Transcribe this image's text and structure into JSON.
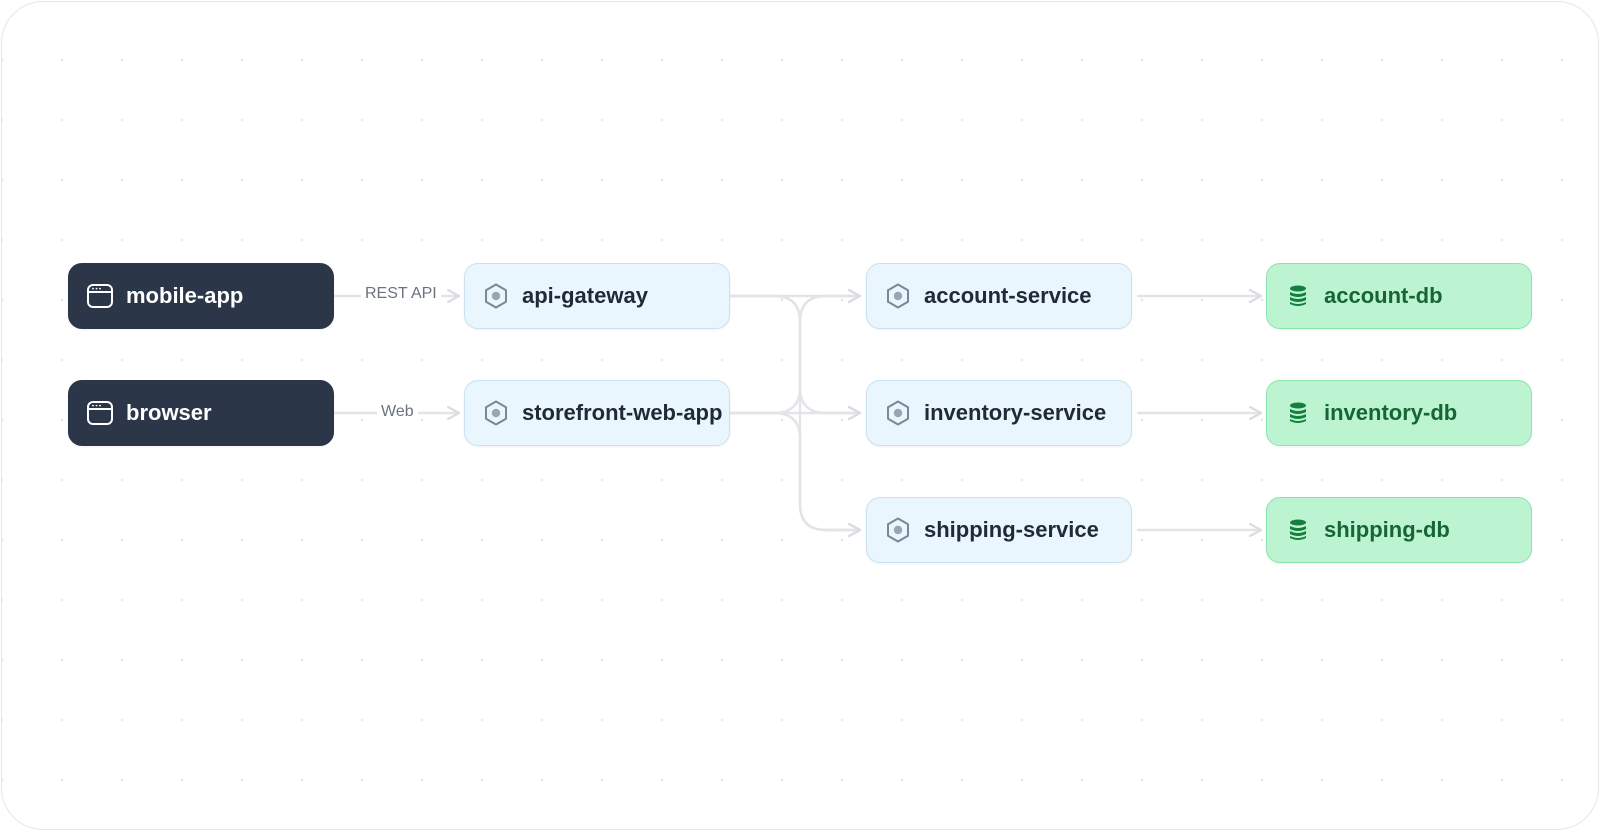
{
  "diagram": {
    "clients": [
      {
        "id": "mobile-app",
        "label": "mobile-app",
        "icon": "browser-window-icon"
      },
      {
        "id": "browser",
        "label": "browser",
        "icon": "browser-window-icon"
      }
    ],
    "entry_services": [
      {
        "id": "api-gateway",
        "label": "api-gateway",
        "icon": "hexagon-service-icon"
      },
      {
        "id": "storefront-web-app",
        "label": "storefront-web-app",
        "icon": "hexagon-service-icon"
      }
    ],
    "backend_services": [
      {
        "id": "account-service",
        "label": "account-service",
        "icon": "hexagon-service-icon"
      },
      {
        "id": "inventory-service",
        "label": "inventory-service",
        "icon": "hexagon-service-icon"
      },
      {
        "id": "shipping-service",
        "label": "shipping-service",
        "icon": "hexagon-service-icon"
      }
    ],
    "databases": [
      {
        "id": "account-db",
        "label": "account-db",
        "icon": "database-icon"
      },
      {
        "id": "inventory-db",
        "label": "inventory-db",
        "icon": "database-icon"
      },
      {
        "id": "shipping-db",
        "label": "shipping-db",
        "icon": "database-icon"
      }
    ],
    "edges": [
      {
        "from": "mobile-app",
        "to": "api-gateway",
        "label": "REST API"
      },
      {
        "from": "browser",
        "to": "storefront-web-app",
        "label": "Web"
      },
      {
        "from": "api-gateway",
        "to": "account-service",
        "label": ""
      },
      {
        "from": "api-gateway",
        "to": "inventory-service",
        "label": ""
      },
      {
        "from": "api-gateway",
        "to": "shipping-service",
        "label": ""
      },
      {
        "from": "storefront-web-app",
        "to": "account-service",
        "label": ""
      },
      {
        "from": "storefront-web-app",
        "to": "inventory-service",
        "label": ""
      },
      {
        "from": "storefront-web-app",
        "to": "shipping-service",
        "label": ""
      },
      {
        "from": "account-service",
        "to": "account-db",
        "label": ""
      },
      {
        "from": "inventory-service",
        "to": "inventory-db",
        "label": ""
      },
      {
        "from": "shipping-service",
        "to": "shipping-db",
        "label": ""
      }
    ]
  },
  "colors": {
    "client_bg": "#2b3648",
    "service_bg": "#eaf6fd",
    "service_border": "#c9e1f1",
    "db_bg": "#bcf4d2",
    "db_border": "#8be3ae",
    "db_text": "#166534",
    "edge": "#e2e4e8"
  }
}
